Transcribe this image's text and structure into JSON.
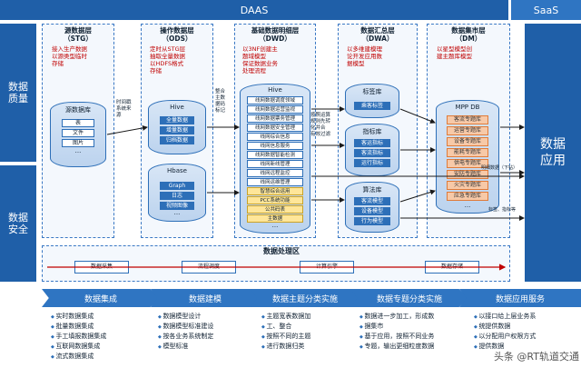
{
  "header": {
    "daas": "DAAS",
    "saas": "SaaS"
  },
  "left_bands": {
    "quality": "数据\n质量",
    "security": "数据\n安全"
  },
  "right_band": "数据\n应用",
  "layers": {
    "source": {
      "title": "源数据层\n（STG）",
      "bullets": [
        "接入生产数据",
        "以源类型临时",
        "存储"
      ],
      "cyl_title": "源数据库",
      "items": [
        "表",
        "文件",
        "图片"
      ],
      "dots": "···",
      "flow_label": "时间戳\n系统来\n源"
    },
    "ods": {
      "title": "操作数据层\n（ODS）",
      "bullets": [
        "定时从STG层",
        "抽取全量数据",
        "",
        "以HDFS格式",
        "存储"
      ],
      "hive_title": "Hive",
      "hive_items": [
        "全量数据",
        "增量数据",
        "归档数据"
      ],
      "hbase_title": "Hbase",
      "hbase_items": [
        "Graph",
        "日志",
        "视频图像"
      ],
      "dots": "···",
      "flow_label": "整合\n主数\n据码\n标记"
    },
    "dwd": {
      "title": "基础数据明细层\n（DWD）",
      "bullets": [
        "以3NF创建主",
        "题域模型",
        "",
        "保证数据业务",
        "处理流程"
      ],
      "hive_title": "Hive",
      "items": [
        "线网数据调度领域",
        "线网数据运营监视",
        "线网数据票务管理",
        "线网数据安全管理",
        "线网综合信息",
        "线网信息服务",
        "线网数据智能检测",
        "线网新线管理",
        "线网远程监控",
        "线网运维管理",
        "智慧综合运用",
        "PCC系统功能",
        "公共码表",
        "主数据"
      ],
      "dots": "···",
      "flow_label": "按照运算\n规则先转\n化并合\n有效过滤"
    },
    "dwa": {
      "title": "数据汇总层\n（DWA）",
      "bullets": [
        "以多维建模理",
        "论开发应用数",
        "据模型"
      ],
      "box1_title": "标签库",
      "box1_items": [
        "乘客标签"
      ],
      "box2_title": "指标库",
      "box2_items": [
        "客运指标",
        "客流指标",
        "运行指标"
      ],
      "box3_title": "算法库",
      "box3_items": [
        "客流模型",
        "设备模型",
        "行为模型"
      ],
      "dots": "···"
    },
    "dm": {
      "title": "数据集市层\n（DM）",
      "bullets": [
        "以星型模型创",
        "建主题库模型"
      ],
      "db_title": "MPP DB",
      "items": [
        "客流专题库",
        "运营专题库",
        "设备专题库",
        "能耗专题库",
        "供电专题库",
        "安防专题库",
        "火灾专题库",
        "应急专题库"
      ],
      "dots": "···",
      "note1": "明细数据（下钻）",
      "note2": "标签、指标等"
    }
  },
  "processing": {
    "title": "数据处理区",
    "steps": [
      "数据采集",
      "流程调度",
      "计算引擎",
      "数据存储"
    ]
  },
  "bottom": {
    "tabs": [
      "数据集成",
      "数据建模",
      "数据主题分类实施",
      "数据专题分类实施",
      "数据应用服务"
    ],
    "lists": [
      [
        "实时数据集成",
        "批量数据集成",
        "手工填报数据集成",
        "互联网数据集成",
        "流式数据集成"
      ],
      [
        "数据模型设计",
        "数据模型标准建设",
        "按各业务系统制定",
        "模型标准"
      ],
      [
        "主题宽表数据加",
        "工、整合",
        "按照不同的主题",
        "进行数据归类"
      ],
      [
        "数据进一步加工，形成数",
        "据集市",
        "基于应用，按照不同业务",
        "专题，输出更细粒度数据"
      ],
      [
        "以接口给上层业务系",
        "统提供数据",
        "以分配用户权限方式",
        "提供数据"
      ]
    ]
  },
  "watermark": "头条 @RT轨道交通"
}
